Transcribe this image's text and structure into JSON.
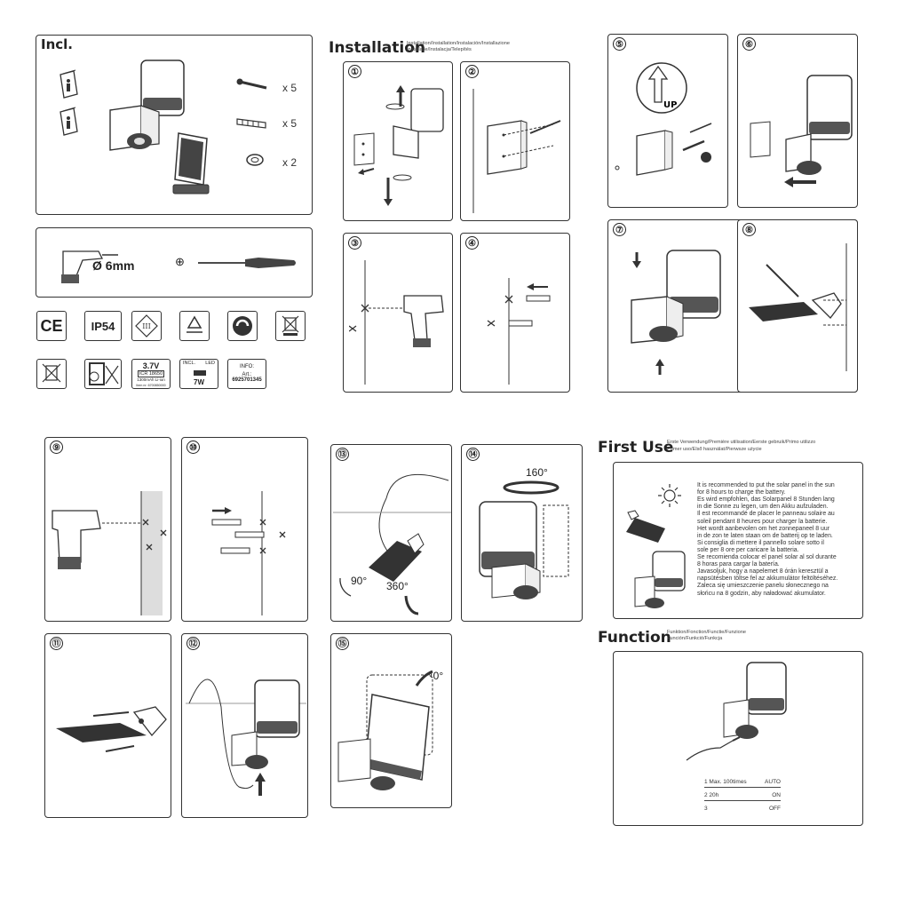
{
  "incl": {
    "title": "Incl.",
    "qty_screws": "x 5",
    "qty_plugs": "x 5",
    "qty_washers": "x 2"
  },
  "tools": {
    "drill_size": "Ø 6mm",
    "screwdriver_symbol": "⊕"
  },
  "certs": {
    "ce": "CE",
    "ip": "IP54",
    "class3": "III",
    "battery_voltage": "3.7V",
    "battery_type": "ICR 18650",
    "battery_capacity": "1300mAh Li-ion",
    "battery_item": "Item nr: 6700850000",
    "incl_label": "INCL.",
    "led_label": "LED",
    "watt": "7W",
    "info_label": "INFO:",
    "art_label": "Art.:",
    "art_number": "6925701345"
  },
  "installation": {
    "title": "Installation",
    "sub1": "Installation/Installation/Instalación/Installazione",
    "sub2": "Installatie/Instalacja/Telepítés",
    "steps": [
      "①",
      "②",
      "③",
      "④",
      "⑤",
      "⑥",
      "⑦",
      "⑧",
      "⑨",
      "⑩",
      "⑬",
      "⑭",
      "⑪",
      "⑫",
      "⑮"
    ],
    "up_label": "UP",
    "angle_160": "160°",
    "angle_90": "90°",
    "angle_360": "360°",
    "angle_40": "40°"
  },
  "first_use": {
    "title": "First Use",
    "sub1": "Erste Verwendung/Première utilisation/Eerste gebruik/Primo utilizzo",
    "sub2": "Primer uso/Első használat/Pierwsze użycie",
    "lines": [
      "It is recommended to put the solar panel in the sun",
      "for 8 hours to charge the battery.",
      "Es wird empfohlen, das Solarpanel 8 Stunden lang",
      "in die Sonne zu legen, um den Akku aufzuladen.",
      "Il est recommandé de placer le panneau solaire au",
      "soleil pendant 8 heures pour charger la batterie.",
      "Het wordt aanbevolen om het zonnepaneel 8 uur",
      "in de zon te laten staan om de batterij op te laden.",
      "Si consiglia di mettere il pannello solare sotto il",
      "sole per 8 ore per caricare la batteria.",
      "Se recomienda colocar el panel solar al sol durante",
      "8 horas para cargar la batería.",
      "Javasoljuk, hogy a napelemet 8 órán keresztül a",
      "napsütésben töltse fel az akkumulátor feltöltéséhez.",
      "Zaleca się umieszczenie panelu słonecznego na",
      "słońcu na 8 godzin, aby naładować akumulator."
    ]
  },
  "function": {
    "title": "Function",
    "sub1": "Funktion/Fonction/Functie/Funzione",
    "sub2": "Función/Funkció/Funkcja",
    "modes": [
      {
        "left": "1  Max. 100times",
        "right": "AUTO"
      },
      {
        "left": "2  20h",
        "right": "ON"
      },
      {
        "left": "3",
        "right": "OFF"
      }
    ]
  }
}
